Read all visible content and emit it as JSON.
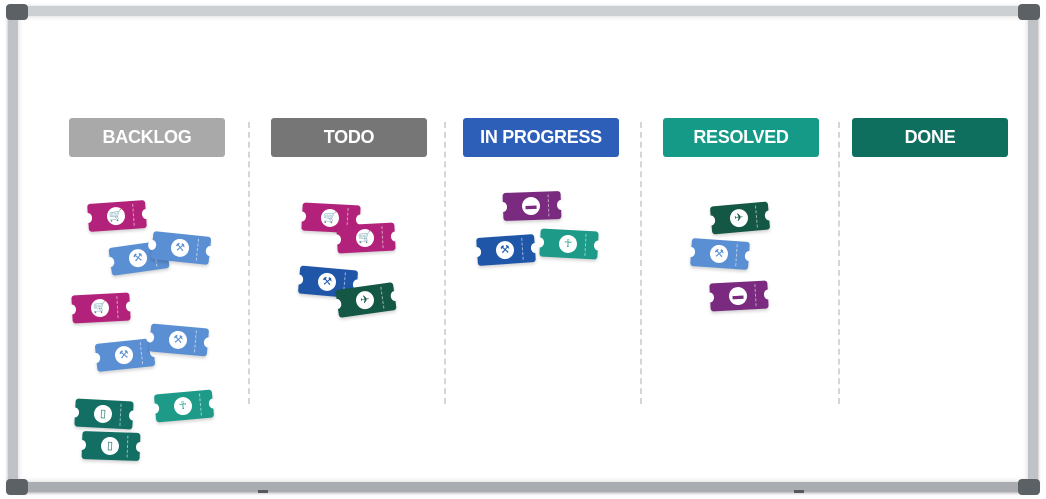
{
  "board": {
    "columns": [
      {
        "label": "BACKLOG",
        "color": "#a9a9a9"
      },
      {
        "label": "TODO",
        "color": "#767676"
      },
      {
        "label": "IN PROGRESS",
        "color": "#2e5fb8"
      },
      {
        "label": "RESOLVED",
        "color": "#149a86"
      },
      {
        "label": "DONE",
        "color": "#0f6f5f"
      }
    ]
  },
  "colors": {
    "magenta": "#b3227a",
    "light_blue": "#5b8fd3",
    "dark_blue": "#1f56a8",
    "teal": "#1e9a88",
    "dark_green": "#145745",
    "purple": "#7a2a7f",
    "dark_teal": "#136f63"
  },
  "tickets": {
    "backlog": [
      {
        "type": "cart",
        "color": "magenta",
        "icon": "cart-icon"
      },
      {
        "type": "wrench",
        "color": "light_blue",
        "icon": "wrench-icon"
      },
      {
        "type": "wrench",
        "color": "light_blue",
        "icon": "wrench-icon"
      },
      {
        "type": "cart",
        "color": "magenta",
        "icon": "cart-icon"
      },
      {
        "type": "wrench",
        "color": "light_blue",
        "icon": "wrench-icon"
      },
      {
        "type": "wrench",
        "color": "light_blue",
        "icon": "wrench-icon"
      },
      {
        "type": "accessibility",
        "color": "teal",
        "icon": "accessibility-icon"
      },
      {
        "type": "mobile",
        "color": "dark_teal",
        "icon": "mobile-icon"
      },
      {
        "type": "mobile",
        "color": "dark_teal",
        "icon": "mobile-icon"
      }
    ],
    "todo": [
      {
        "type": "cart",
        "color": "magenta",
        "icon": "cart-icon"
      },
      {
        "type": "cart",
        "color": "magenta",
        "icon": "cart-icon"
      },
      {
        "type": "wrench",
        "color": "dark_blue",
        "icon": "wrench-icon"
      },
      {
        "type": "rocket",
        "color": "dark_green",
        "icon": "rocket-icon"
      }
    ],
    "in_progress": [
      {
        "type": "laptop",
        "color": "purple",
        "icon": "laptop-icon"
      },
      {
        "type": "wrench",
        "color": "dark_blue",
        "icon": "wrench-icon"
      },
      {
        "type": "accessibility",
        "color": "teal",
        "icon": "accessibility-icon"
      }
    ],
    "resolved": [
      {
        "type": "rocket",
        "color": "dark_green",
        "icon": "rocket-icon"
      },
      {
        "type": "wrench",
        "color": "light_blue",
        "icon": "wrench-icon"
      },
      {
        "type": "laptop",
        "color": "purple",
        "icon": "laptop-icon"
      }
    ],
    "done": []
  }
}
